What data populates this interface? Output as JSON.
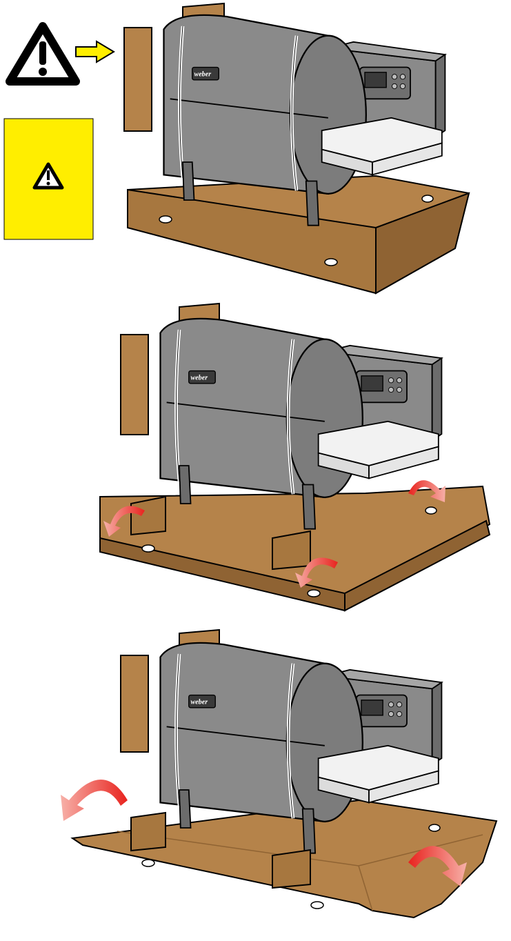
{
  "diagram": {
    "type": "assembly-instructions",
    "steps": [
      {
        "id": "step-1",
        "label": "unpack-box-warning",
        "arrow_color": "#ff0000"
      },
      {
        "id": "step-2",
        "label": "fold-down-box-flaps"
      },
      {
        "id": "step-3",
        "label": "flatten-box-base"
      }
    ],
    "icons": {
      "warning": "warning-triangle-icon",
      "pointer": "yellow-arrow-icon",
      "caution_card": "caution-card-icon"
    },
    "brand_logo": "weber",
    "colors": {
      "cardboard": "#b5834a",
      "cardboard_dark": "#8f6333",
      "grill_body": "#8a8a8a",
      "grill_dark": "#4a4a4a",
      "shelf": "#f2f2f2",
      "warning_yellow": "#ffee00",
      "arrow_red": "#e8231e"
    }
  }
}
